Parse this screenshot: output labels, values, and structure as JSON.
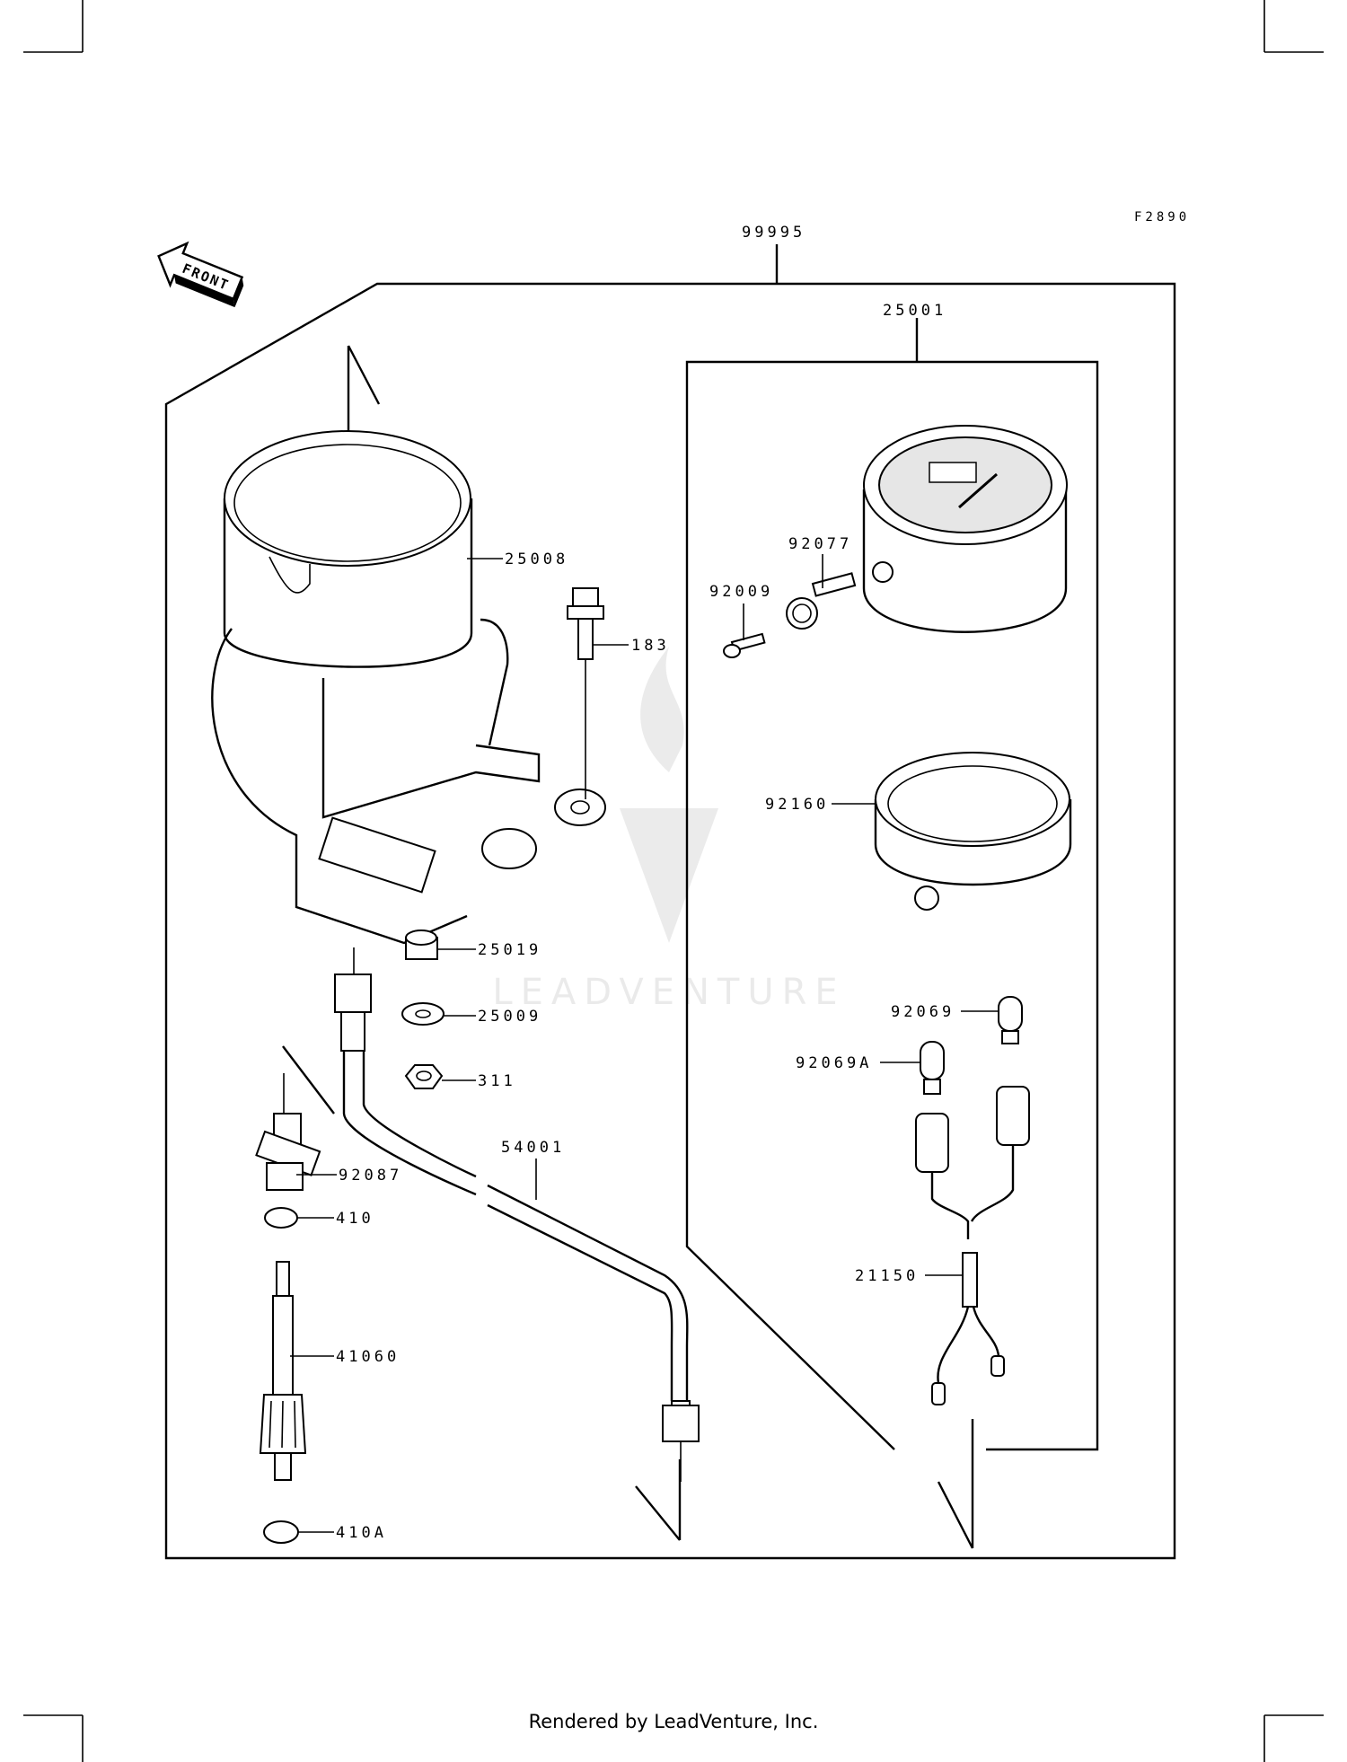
{
  "figure_code": "F2890",
  "front_label": "FRONT",
  "watermark": "LEADVENTURE",
  "footer": "Rendered by LeadVenture, Inc.",
  "parts": {
    "p99995": "99995",
    "p25001": "25001",
    "p25008": "25008",
    "p183": "183",
    "p92077": "92077",
    "p92009": "92009",
    "p92160": "92160",
    "p25019": "25019",
    "p25009": "25009",
    "p311": "311",
    "p54001": "54001",
    "p92087": "92087",
    "p410": "410",
    "p41060": "41060",
    "p410A": "410A",
    "p92069": "92069",
    "p92069A": "92069A",
    "p21150": "21150"
  }
}
